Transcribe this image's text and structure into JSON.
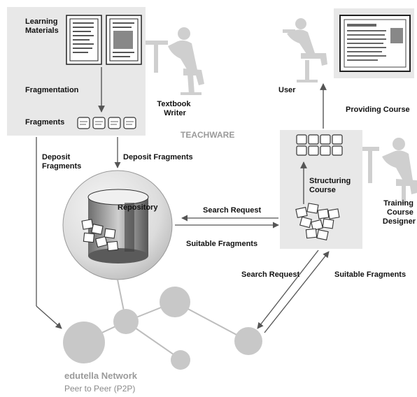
{
  "labels": {
    "learning_materials_1": "Learning",
    "learning_materials_2": "Materials",
    "fragmentation": "Fragmentation",
    "fragments": "Fragments",
    "textbook_writer_1": "Textbook",
    "textbook_writer_2": "Writer",
    "teachware": "TEACHWARE",
    "deposit_fragments_left_1": "Deposit",
    "deposit_fragments_left_2": "Fragments",
    "deposit_fragments_right": "Deposit Fragments",
    "repository": "Repository",
    "search_request_top": "Search Request",
    "suitable_fragments_mid": "Suitable Fragments",
    "search_request_bottom": "Search Request",
    "suitable_fragments_bottom": "Suitable Fragments",
    "user": "User",
    "providing_course": "Providing Course",
    "structuring_course_1": "Structuring",
    "structuring_course_2": "Course",
    "training_designer_1": "Training",
    "training_designer_2": "Course",
    "training_designer_3": "Designer",
    "network_title": "edutella Network",
    "network_sub": "Peer to Peer (P2P)"
  },
  "icons": {
    "writer": "person-at-desk-icon",
    "user": "person-at-computer-icon",
    "designer": "person-at-desk-icon",
    "repository": "database-cylinder-icon",
    "document": "document-page-icon",
    "fragment": "fragment-tile-icon",
    "network_node": "peer-node-icon"
  },
  "colors": {
    "panel": "#e8e8e8",
    "silhouette": "#cfcfcf",
    "node": "#c8c8c8",
    "arrow": "#555555",
    "text": "#111111",
    "muted": "#9a9a9a"
  }
}
